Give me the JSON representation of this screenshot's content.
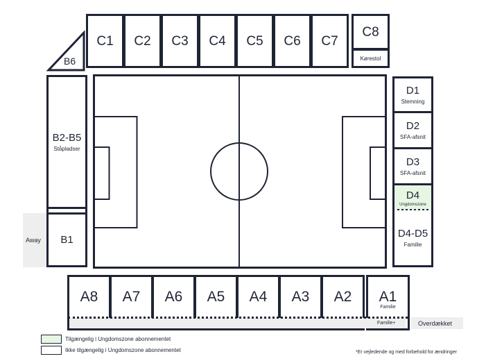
{
  "stand_c": {
    "sections": [
      "C1",
      "C2",
      "C3",
      "C4",
      "C5",
      "C6",
      "C7"
    ],
    "c8_label": "C8",
    "c8_sub": "Kørestol"
  },
  "stand_b": {
    "b6": "B6",
    "b2b5": "B2-B5",
    "b2b5_sub": "Ståpladser",
    "b1": "B1",
    "away": "Away"
  },
  "stand_d": {
    "d1": "D1",
    "d1_sub": "Stemning",
    "d2": "D2",
    "d2_sub": "SFA-afsnit",
    "d3": "D3",
    "d3_sub": "SFA-afsnit",
    "d4": "D4",
    "d4_sub": "Ungdomszone",
    "d4d5": "D4-D5",
    "d4d5_sub": "Familie"
  },
  "stand_a": {
    "sections": [
      "A8",
      "A7",
      "A6",
      "A5",
      "A4",
      "A3",
      "A2"
    ],
    "a1_label": "A1",
    "a1_sub": "Familie",
    "familie_plus": "Familie+",
    "overdaekket": "Overdækket"
  },
  "legend": {
    "available": "Tilgængelig i  Ungdomszone abonnementet",
    "not_available": "Ikke tilgængelig i  Ungdomszone abonnementet",
    "available_color": "#e6f6e3",
    "not_available_color": "#ffffff"
  },
  "footnote": "*Er vejledende og med forbehold for ændringer"
}
